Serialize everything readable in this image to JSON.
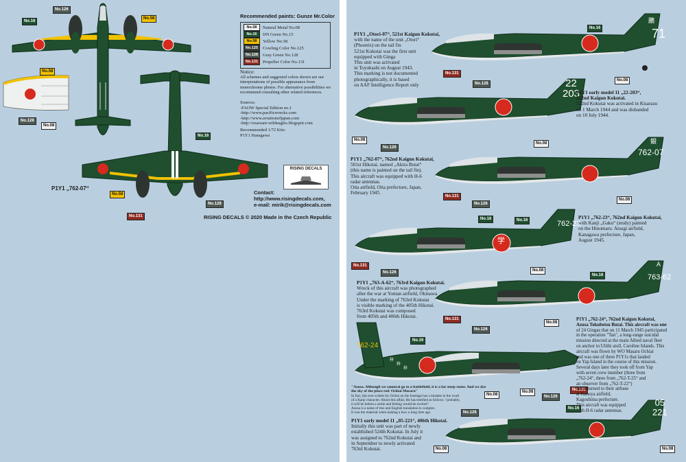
{
  "colors": {
    "background": "#b9cfe0",
    "dark_green": "#1f4f2f",
    "hinomaru_red": "#d62a1e",
    "yellow": "#f2c100",
    "gray_green": "#4f5a55",
    "propeller": "#8e2b22"
  },
  "left": {
    "paints_title": "Recommended paints: Gunze Mr.Color",
    "paints": [
      {
        "code": "No.08",
        "label": "Natural Metal No.08",
        "color": "#f2f2f2"
      },
      {
        "code": "No.16",
        "label": "IJN Green No.15",
        "color": "#1f4f2f"
      },
      {
        "code": "No.58",
        "label": "Yellow No.58",
        "color": "#f2c100"
      },
      {
        "code": "No.125",
        "label": "Cowling Color No.125",
        "color": "#3b3f3a"
      },
      {
        "code": "No.128",
        "label": "Gray Green No.128",
        "color": "#4f5a55"
      },
      {
        "code": "No.131",
        "label": "Propeller Color No.131",
        "color": "#8e2b22"
      }
    ],
    "notice_title": "Notice:",
    "notice_text": "All schemes and suggested colors shown are our interpretations of possible appearance from monochrome photos. For alternative possibilities we recommend consulting other related references.",
    "sources_title": "Sources:",
    "sources": [
      "-FAOW Special Edition no.1",
      "-http://www.pacificwrecks.com",
      "-http://www.aviationofjapan.com",
      "-http://ezawani-wildeagles.blogspot.com"
    ],
    "kits_title": "Recommended 1/72 Kits:",
    "kits": "P1Y1 Hasegawa",
    "caption": "P1Y1 „762-07“",
    "brand_box": "RISING DECALS",
    "contact_title": "Contact:",
    "contact_web": "http://www.risingdecals.com,",
    "contact_email": "e-mail: mirik@risingdecals.com",
    "footer_brand": "RISING DECALS",
    "footer_copy": "© 2020",
    "footer_made": "Made in the Czech Republic",
    "tags": {
      "top_wing_a": "No.16",
      "top_engine": "No.126",
      "top_wing_b": "No.58",
      "detail_yellow": "No.58",
      "detail_gray": "No.128",
      "detail_white": "No.08",
      "under_green": "No.16",
      "under_yellow": "No.58",
      "under_gray": "No.128",
      "under_red": "No.131"
    }
  },
  "right": {
    "aircraft": [
      {
        "tail_code": "71",
        "tail_kanji": "鵬",
        "desc_title": "P1Y1 „Otori-07“, 521st Kaigun Kokutai,",
        "desc_lines": [
          "with the name of the unit „Otori“",
          "(Phoenix) on the tail fin",
          "521st Kokutai was the first unit",
          "equipped with Ginga",
          "This unit was activated",
          "in Toyohashi on August 1943.",
          "This marking is not documented",
          "photographically, it is based",
          "on AAF Intelligence Report only"
        ],
        "tags": [
          "No.16",
          "No.08",
          "No.131",
          "No.128"
        ]
      },
      {
        "tail_code": "22\n203",
        "desc_title": "P1Y1 early model 11 „22-203“,",
        "desc_lines": [
          "522nd Kaigun Kokutai.",
          "522nd Kokutai was activated in Kisarazu",
          "on 1 March 1944 and was disbanded",
          "on 10 July 1944."
        ],
        "tags": [
          "No.08",
          "No.126",
          "No.08"
        ]
      },
      {
        "tail_code": "762-07",
        "tail_kanji": "銀",
        "desc_title": "P1Y1 „762-07“, 762nd Kaigun Kokutai,",
        "desc_lines": [
          "501st Hikotai, named „Akira Butai“",
          "(this name is painted on the tail fin).",
          "This aircraft was equipped with H-6",
          "radar antennas.",
          "Oita airfield, Oita prefecture, Japan,",
          "February 1945."
        ],
        "tags": [
          "No.131",
          "No.126",
          "No.08",
          "No.16"
        ]
      },
      {
        "tail_code": "762-23",
        "fuselage_kanji": "学",
        "desc_title": "P1Y1 „762-23“, 762nd Kaigun Kokutai,",
        "desc_lines": [
          "with Kanji „Gaku“ (study) painted",
          "on the Hinomaru. Atsugi airfield,",
          "Kanagawa prefecture, Japan,",
          "August 1945."
        ],
        "tags": [
          "No.16",
          "No.131",
          "No.126",
          "No.08"
        ]
      },
      {
        "tail_code": "763-62",
        "tail_kanji": "A",
        "desc_title": "P1Y1 „763-A-62“, 763rd Kaigun Kokutai.",
        "desc_lines": [
          "Wreck of this aircraft was photographed",
          "after the war at Yontan airfield, Okinawa",
          "Under the marking of 763rd Kokutai",
          "is visible marking of the 405th Hikotai.",
          "763rd Kokutai was composed",
          "from 405th and 406th Hikotai."
        ],
        "tags": [
          "No.16",
          "No.131",
          "No.126",
          "No.08"
        ]
      },
      {
        "tail_code": "762-24",
        "desc_title": "P1Y1 „762-24“, 762nd Kaigun Kokutai,",
        "desc_lines": [
          "Azusa Tokubetsu Butai. This aircraft was one",
          "of 24 Gingas that on 11 March 1945 participated",
          "in the operation \"Tan\", a long-range suicidal",
          "mission directed at the main Allied naval fleet",
          "on anchor in Ulithi atoll, Caroline Islands. This",
          "aircraft was flown by WO Masaru Ochiai",
          "and was one of three P1Y1s that landed",
          "on Yap Island in the course of this mission.",
          "Several days later they took off from Yap",
          "with seven crew member (three from",
          "„762-24“, three from „762-T-25“ and",
          "an observer from „762-T-22“)",
          "and returned to their airbase",
          "at Kanoya airfield,",
          "Kagoshima prefecture.",
          "This aircraft was equipped",
          "with H-6 radar antennas."
        ],
        "quote_title": "\"Azusa. Although we samurai go to a battlefield, it is a far steep route. And we dye the sky of the place red. Ochiai Masaru\"",
        "quote_lines": [
          "In fact, this text written by Ochiai on the fuselage has a mistake in the word",
          "of a Kanji character. About this affair, He has testified as follows: \"probably,",
          "it will be before a sortie and feeling would be excited\".",
          "Azusa is a name of tree and English translation is complex.",
          "It was the material when making a bow a long time ago."
        ],
        "tags": [
          "No.16",
          "No.08",
          "No.08",
          "No.126",
          "No.131"
        ]
      },
      {
        "tail_code": "05\n221",
        "desc_title": "P1Y1 early model 11 „05-221“, 406th Hikotai.",
        "desc_lines": [
          "Initially this unit was part of newly",
          "established 524th Kokutai. In July it",
          "was assigned to 762nd Kokutai and",
          "in September to newly activated",
          "763rd Kokutai."
        ],
        "tags": [
          "No.126",
          "No.16",
          "No.08",
          "No.08"
        ]
      }
    ]
  }
}
